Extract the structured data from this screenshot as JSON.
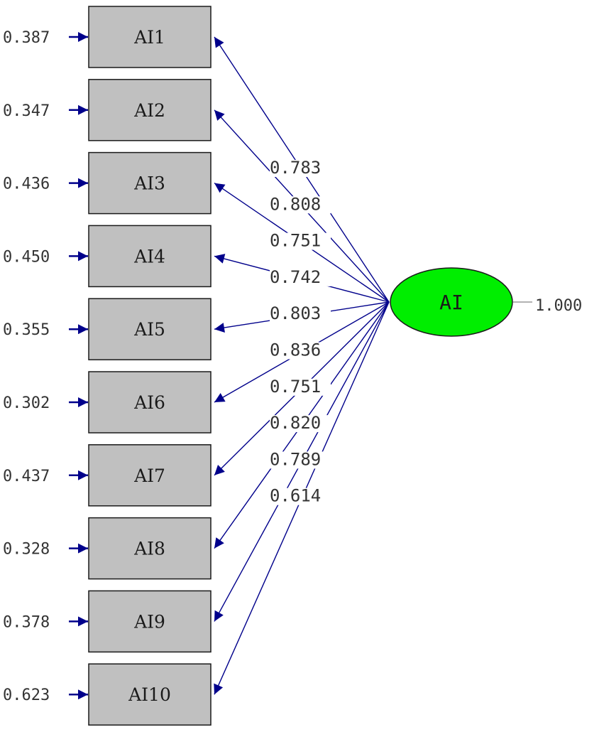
{
  "latent": {
    "label": "AI",
    "variance": "1.000",
    "color": "#00ee00"
  },
  "colors": {
    "arrow": "#00008b",
    "box_fill": "#c0c0c0",
    "box_stroke": "#1a1a1a"
  },
  "indicators": [
    {
      "name": "AI1",
      "error": "0.387",
      "loading": "0.783"
    },
    {
      "name": "AI2",
      "error": "0.347",
      "loading": "0.808"
    },
    {
      "name": "AI3",
      "error": "0.436",
      "loading": "0.751"
    },
    {
      "name": "AI4",
      "error": "0.450",
      "loading": "0.742"
    },
    {
      "name": "AI5",
      "error": "0.355",
      "loading": "0.803"
    },
    {
      "name": "AI6",
      "error": "0.302",
      "loading": "0.836"
    },
    {
      "name": "AI7",
      "error": "0.437",
      "loading": "0.751"
    },
    {
      "name": "AI8",
      "error": "0.328",
      "loading": "0.820"
    },
    {
      "name": "AI9",
      "error": "0.378",
      "loading": "0.789"
    },
    {
      "name": "AI10",
      "error": "0.623",
      "loading": "0.614"
    }
  ]
}
